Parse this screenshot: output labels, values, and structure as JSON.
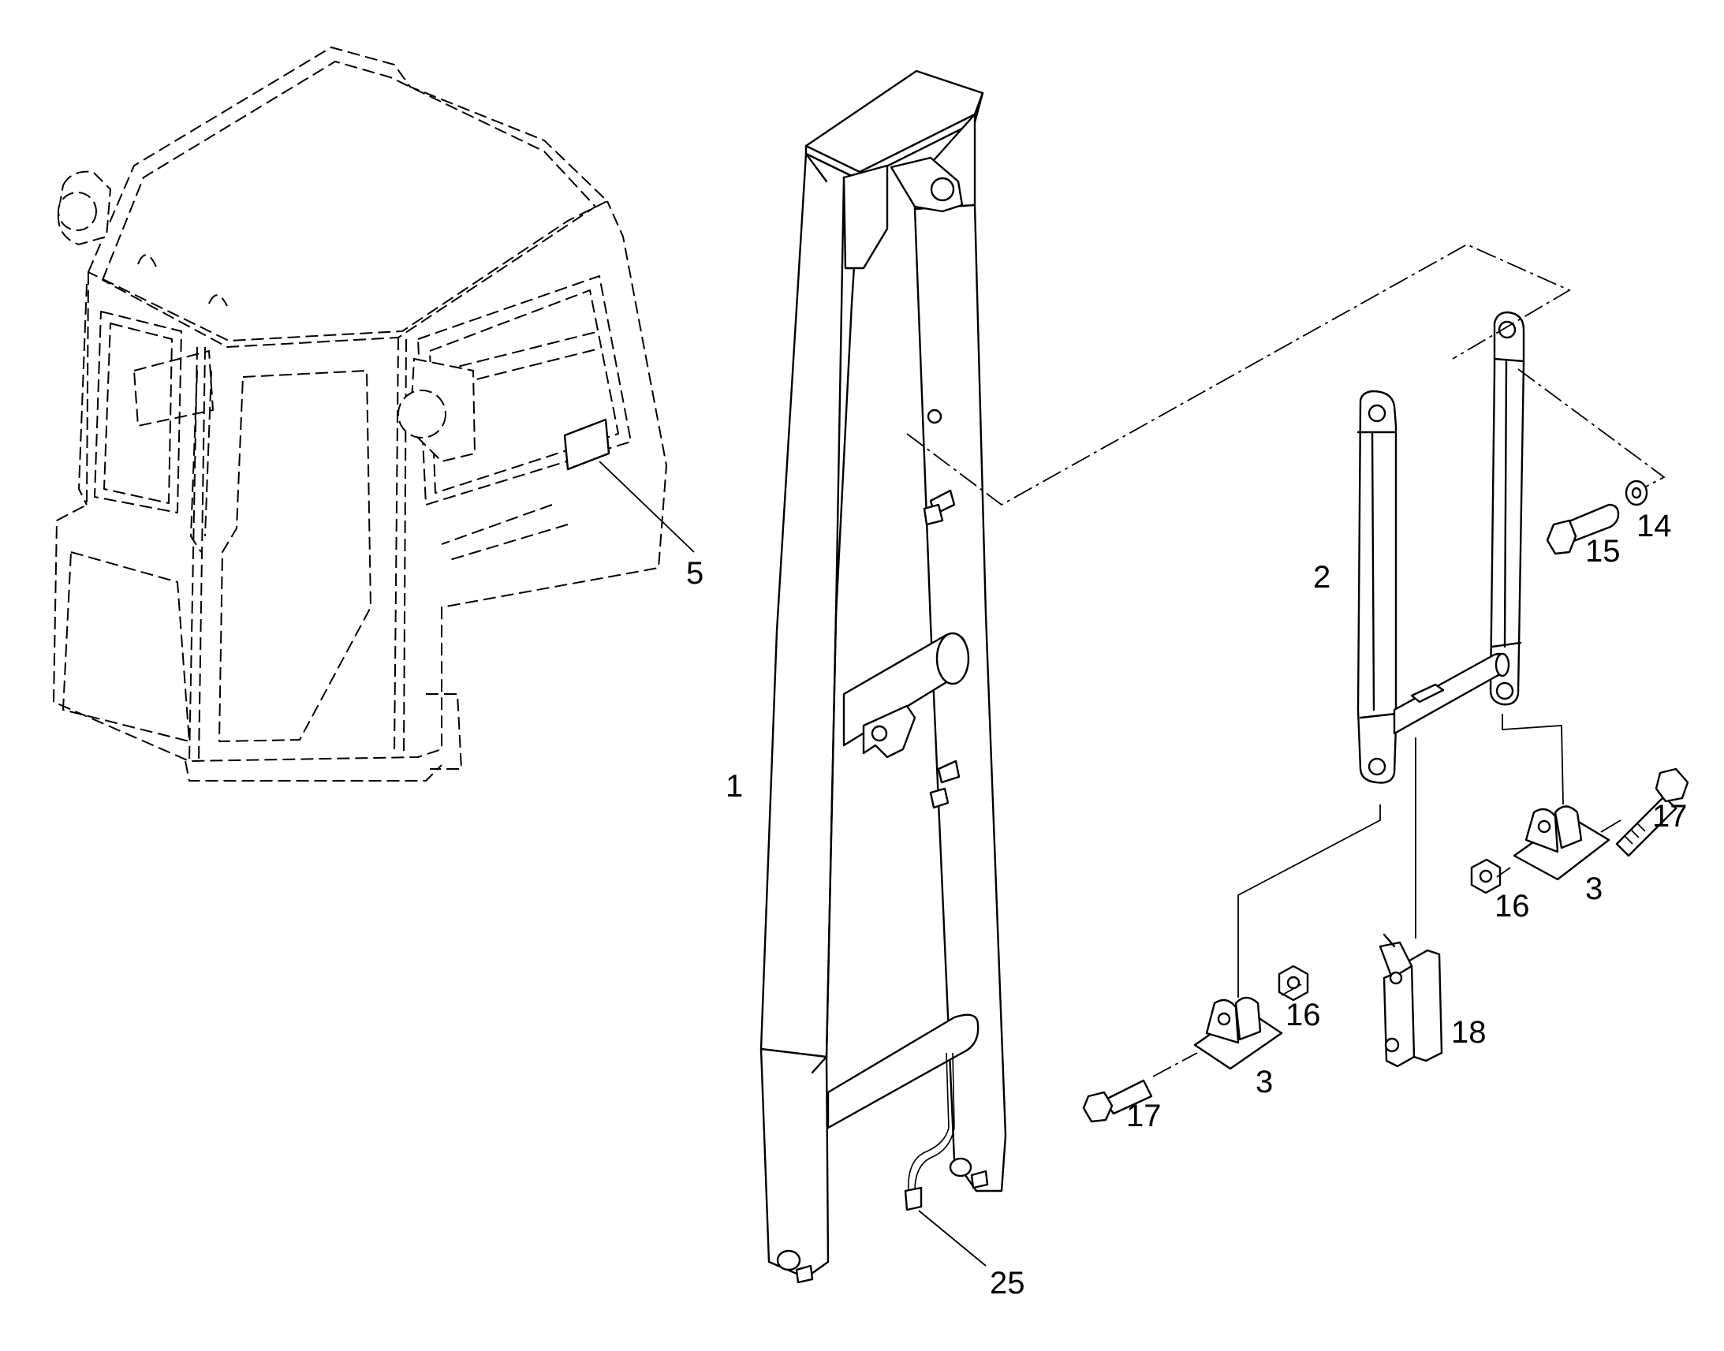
{
  "callouts": [
    {
      "id": "part-1",
      "label": "1"
    },
    {
      "id": "part-2",
      "label": "2"
    },
    {
      "id": "part-3a",
      "label": "3"
    },
    {
      "id": "part-3b",
      "label": "3"
    },
    {
      "id": "part-5",
      "label": "5"
    },
    {
      "id": "part-14",
      "label": "14"
    },
    {
      "id": "part-15",
      "label": "15"
    },
    {
      "id": "part-16a",
      "label": "16"
    },
    {
      "id": "part-16b",
      "label": "16"
    },
    {
      "id": "part-17a",
      "label": "17"
    },
    {
      "id": "part-17b",
      "label": "17"
    },
    {
      "id": "part-18",
      "label": "18"
    },
    {
      "id": "part-25",
      "label": "25"
    }
  ]
}
